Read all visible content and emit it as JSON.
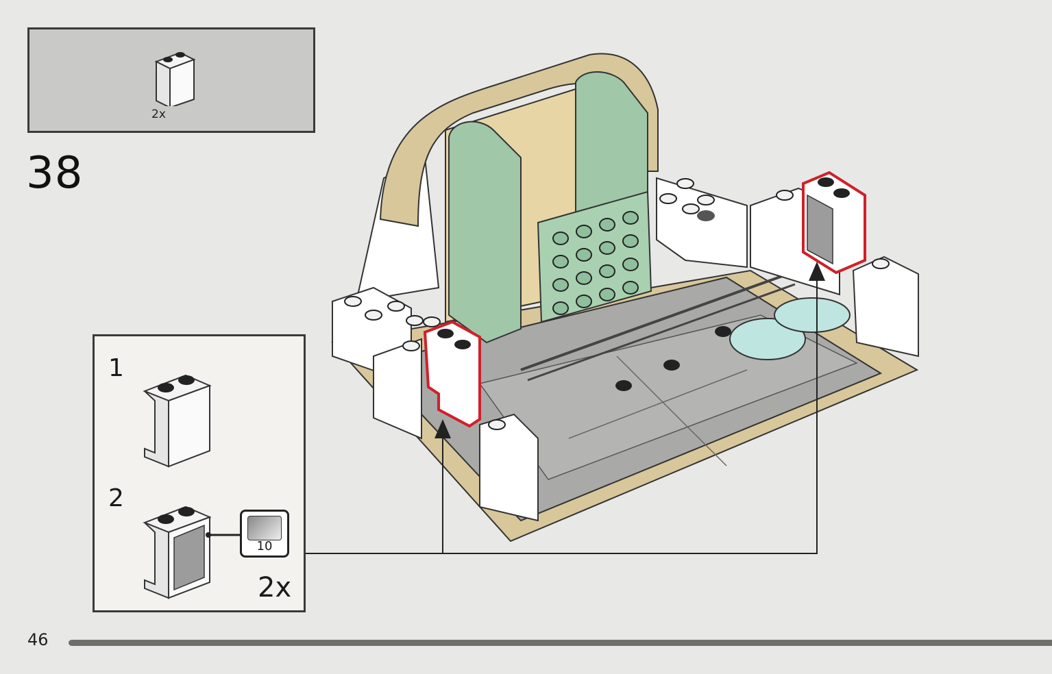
{
  "parts_list": {
    "quantity": "2x"
  },
  "step": {
    "number": "38"
  },
  "substeps": [
    {
      "number": "1"
    },
    {
      "number": "2",
      "sticker_number": "10",
      "quantity": "2x"
    }
  ],
  "page": {
    "number": "46"
  },
  "colors": {
    "tan": "#d8c79a",
    "sand_green": "#9fc7a8",
    "light_gray": "#a9a9a8",
    "dark_gray": "#5b5b5a",
    "white": "#ffffff",
    "highlight_red": "#d0202a",
    "trans_light_blue": "#bfe5e0"
  }
}
